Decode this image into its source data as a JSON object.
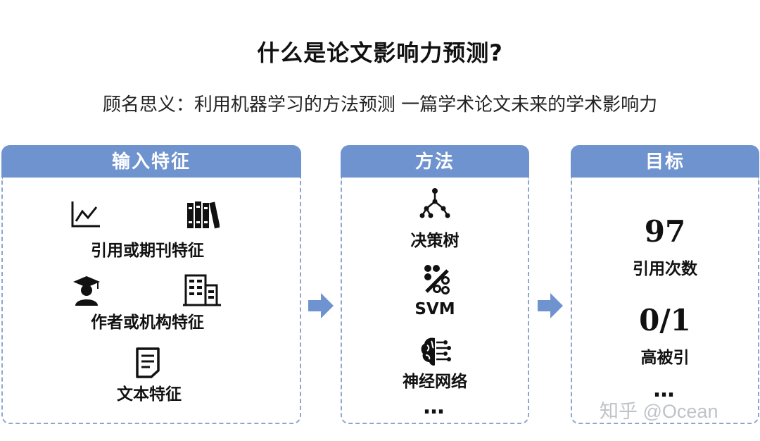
{
  "title": "什么是论文影响力预测?",
  "subtitle": "顾名思义：利用机器学习的方法预测 一篇学术论文未来的学术影响力",
  "input_panel": {
    "header": "输入特征",
    "items": [
      {
        "label": "引用或期刊特征",
        "icons": [
          "line-chart-icon",
          "books-icon"
        ]
      },
      {
        "label": "作者或机构特征",
        "icons": [
          "graduate-icon",
          "building-icon"
        ]
      },
      {
        "label": "文本特征",
        "icons": [
          "document-icon"
        ]
      }
    ]
  },
  "method_panel": {
    "header": "方法",
    "items": [
      {
        "label": "决策树",
        "icon": "tree-icon"
      },
      {
        "label": "SVM",
        "icon": "percent-icon"
      },
      {
        "label": "神经网络",
        "icon": "brain-icon"
      }
    ],
    "more": "…"
  },
  "target_panel": {
    "header": "目标",
    "items": [
      {
        "value": "97",
        "label": "引用次数"
      },
      {
        "value": "0/1",
        "label": "高被引"
      }
    ],
    "more": "…"
  },
  "watermark": "知乎 @Ocean",
  "colors": {
    "header_bg": "#6f93cf",
    "arrow": "#6f93cf",
    "border": "#8ea6cf"
  }
}
